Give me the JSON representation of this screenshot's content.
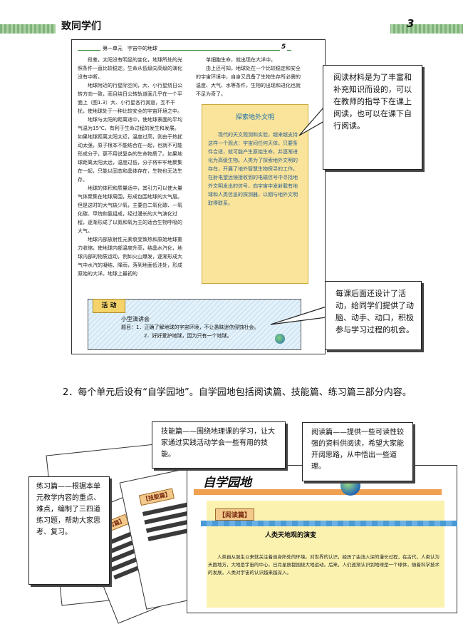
{
  "header": {
    "title": "致同学们",
    "page_number": "3"
  },
  "book_page": {
    "unit_label": "第一单元　宇宙中的地球",
    "page_number": "5",
    "left_paragraphs": [
      "段差，太阳没有明显的变化，地球所处的光照条件一直比较稳定。生命从低级向高级的演化没有中断。",
      "地球附近的行星际空间，大、小行星绕日公转方向一致，而且绕日公转轨道面几乎在一个平面上（图1.3）大、小行星各行其道，互不干扰，使地球处于一种比较安全的宇宙环境之中。",
      "地球与太阳的距离适中，使地球表面的平均气温为15℃，有利于生命过程的发生和发展。如果地球距离太阳太近，温度过高，则由于热扰动太强，原子根本不能结合在一起，也就不可能形成分子，更不用说复杂的生命物质了。如果地球距离太阳太远，温度过低，分子将牢牢地聚集在一起，只能以固态和晶体存在，生物也无法生存。",
      "地球的体积和质量适中，其引力可以使大量气体聚集在地球周围，形成包围地球的大气层。但是这时的大气缺少氧，主要由二氧化碳、一氧化碳、甲烷和氨组成，经过漫长的大气演化过程，逐渐形成了以氮和氧为主的适合生物呼吸的大气。",
      "地球内部放射性元素衰变致热和原始地球重力收缩，使地球内部温度升高，结晶水汽化，地球内部的物质运动，例如火山爆发，逐渐形成大气中水汽的凝结、降雨，落到地面低洼处，形成原始的大洋。地球上最初的"
    ],
    "right_paragraphs": [
      "单细胞生命，就出现在大洋中。",
      "由上还可知，地球处在一个比较稳定和安全的宇宙环境中，自身又具备了生物生存所必需的温度、大气、水等条件，生物的出现和进化也就不足为奇了。"
    ],
    "inset": {
      "title": "探索地外文明",
      "paragraphs": [
        "现代的天文观测和实验，越来越支持这样一个观点：宇宙间任何天体，只要条件合适，就可能产生原始生命，并逐渐进化为高级生物。人类为了探索地外文明的存在，开展了地外智慧生物探寻的工作。在射电望远镜接收到的电磁信号中寻找地外文明发出的信号，向宇宙中发射载有地球和人类信息的探测器，以期与地外文明取得联系。"
      ]
    },
    "activity": {
      "tag": "活 动",
      "title": "小型演讲会",
      "line1": "题目：1．正确了解地球的宇宙环境，不让愚昧迷信侵蚀社会。",
      "line2": "2．好好爱护地球，因为只有一个地球。"
    }
  },
  "callouts": {
    "reading": "阅读材料是为了丰富和补充知识而设的，可以在教师的指导下在课上阅读，也可以在课下自行阅读。",
    "activity": "每课后面还设计了活动，给同学们提供了动脑、动手、动口，积极参与学习过程的机会。",
    "skills": "技能篇——围绕地理课的学习，让大家通过实践活动学会一些有用的技能。",
    "reading_section": "阅读篇——提供一些可读性较强的资料供阅读，希望大家能开阔思路，从中悟出一些道理。",
    "practice": "练习篇——根据本单元教学内容的重点、难点，编制了三四道练习题，帮助大家思考、复习。"
  },
  "section2": "2．每个单元后设有“自学园地”。自学园地包括阅读篇、技能篇、练习篇三部分内容。",
  "garden": {
    "title": "自学园地",
    "tab_practice": "【练习篇】",
    "tab_skills": "【技能篇】",
    "tab_reading": "【阅读篇】",
    "reading_title": "人类天地观的演变",
    "reading_paragraphs": [
      "人类自从诞生以来就关注着自身所处的环境。对世界的认识，经历了由浅入深的漫长过程，在古代，人类认为天圆地方，大地是宇宙的中心，日月星辰都围绕大地运动。后来，人们逐渐认识到地球是一个球体，随着科学技术的发展，人类对宇宙的认识越来越深入。"
    ]
  }
}
